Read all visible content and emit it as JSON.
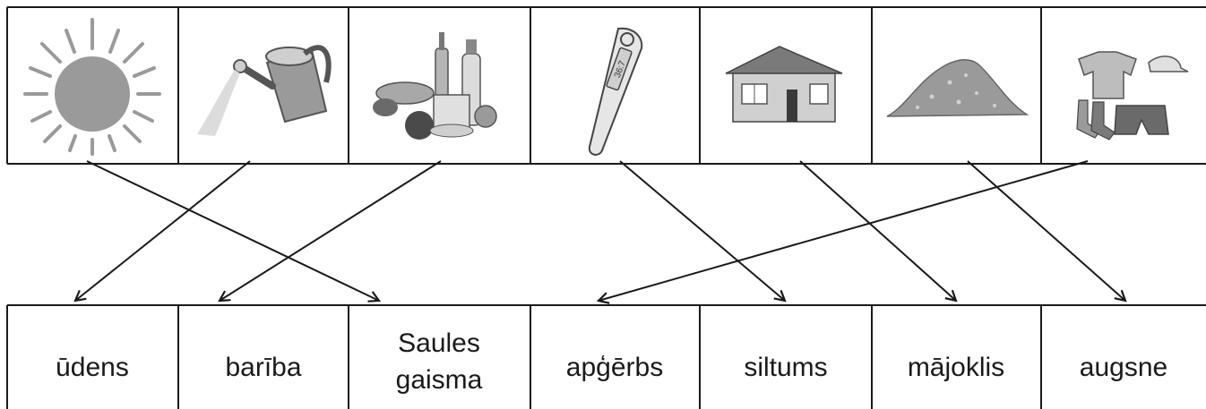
{
  "images": [
    {
      "icon": "sun-icon"
    },
    {
      "icon": "watering-can-icon"
    },
    {
      "icon": "food-icon"
    },
    {
      "icon": "thermometer-icon",
      "reading": "36:7"
    },
    {
      "icon": "house-icon"
    },
    {
      "icon": "soil-pile-icon"
    },
    {
      "icon": "clothes-icon"
    }
  ],
  "labels": [
    {
      "lines": [
        "ūdens"
      ]
    },
    {
      "lines": [
        "barība"
      ]
    },
    {
      "lines": [
        "Saules",
        "gaisma"
      ]
    },
    {
      "lines": [
        "apģērbs"
      ]
    },
    {
      "lines": [
        "siltums"
      ]
    },
    {
      "lines": [
        "mājoklis"
      ]
    },
    {
      "lines": [
        "augsne"
      ]
    }
  ],
  "connections": [
    {
      "from": 0,
      "to": 2
    },
    {
      "from": 1,
      "to": 0
    },
    {
      "from": 2,
      "to": 1
    },
    {
      "from": 3,
      "to": 4
    },
    {
      "from": 4,
      "to": 5
    },
    {
      "from": 5,
      "to": 6
    },
    {
      "from": 6,
      "to": 3
    }
  ],
  "colors": {
    "line": "#1a1a1a",
    "icon_fill": "#9a9a9a",
    "icon_dark": "#555555",
    "icon_light": "#cfcfcf"
  }
}
